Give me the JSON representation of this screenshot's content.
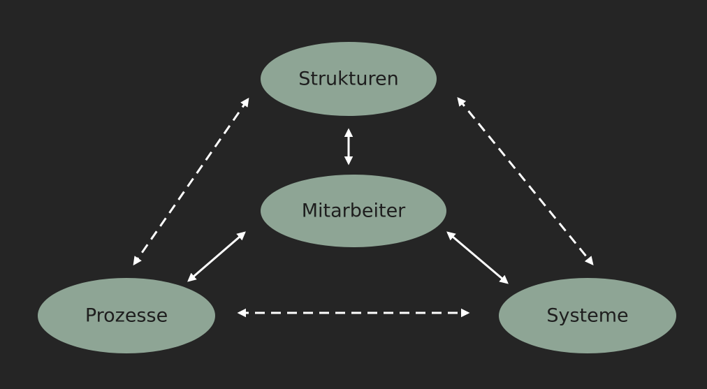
{
  "colors": {
    "background": "#252525",
    "node_fill": "#8ea595",
    "node_text": "#1e1e1e",
    "connector": "#ffffff"
  },
  "nodes": {
    "strukturen": "Strukturen",
    "mitarbeiter": "Mitarbeiter",
    "prozesse": "Prozesse",
    "systeme": "Systeme"
  },
  "connectors": [
    {
      "from": "strukturen",
      "to": "mitarbeiter",
      "style": "solid",
      "direction": "both"
    },
    {
      "from": "mitarbeiter",
      "to": "prozesse",
      "style": "solid",
      "direction": "both"
    },
    {
      "from": "mitarbeiter",
      "to": "systeme",
      "style": "solid",
      "direction": "both"
    },
    {
      "from": "strukturen",
      "to": "prozesse",
      "style": "dashed",
      "direction": "both"
    },
    {
      "from": "strukturen",
      "to": "systeme",
      "style": "dashed",
      "direction": "both"
    },
    {
      "from": "prozesse",
      "to": "systeme",
      "style": "dashed",
      "direction": "both"
    }
  ]
}
